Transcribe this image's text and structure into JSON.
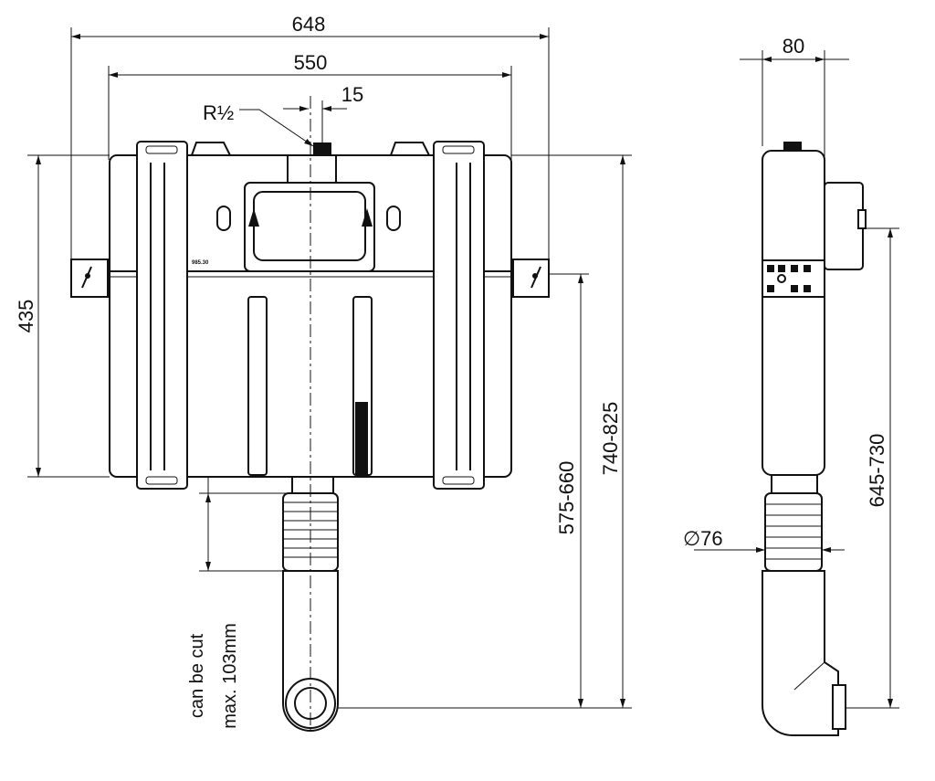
{
  "front_view": {
    "dim_overall_width": "648",
    "dim_bracket_width": "550",
    "dim_offset": "15",
    "thread_label": "R½",
    "dim_height": "435",
    "dim_outlet_range": "575-660",
    "dim_total_range": "740-825",
    "cut_note_line1": "can be cut",
    "cut_note_line2": "max. 103mm",
    "part_marking": "985.30"
  },
  "side_view": {
    "dim_depth": "80",
    "dim_diameter": "∅76",
    "dim_outlet_range": "645-730"
  }
}
